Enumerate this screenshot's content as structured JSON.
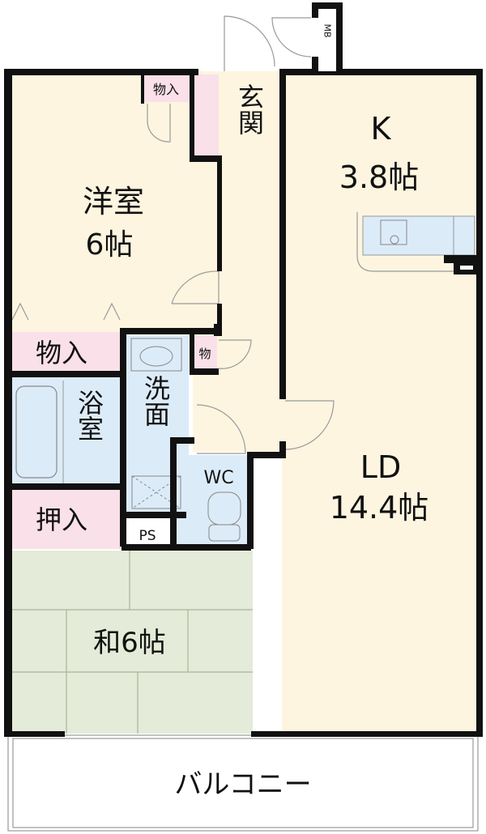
{
  "colors": {
    "living_floor": "#fdf5e0",
    "storage": "#fae0e8",
    "wet_area": "#dcebf8",
    "tatami": "#e4ebd8",
    "wall": "#111111"
  },
  "rooms": {
    "western": {
      "name": "洋室",
      "size": "6帖"
    },
    "closet_top": {
      "name": "物入"
    },
    "entrance": {
      "name": "玄関"
    },
    "kitchen": {
      "name": "K",
      "size": "3.8帖"
    },
    "closet_mid": {
      "name": "物入"
    },
    "closet_small": {
      "name": "物"
    },
    "bath": {
      "name": "浴室"
    },
    "washroom": {
      "name": "洗面"
    },
    "wc": {
      "name": "WC"
    },
    "oshiire": {
      "name": "押入"
    },
    "ps": {
      "name": "PS"
    },
    "japanese": {
      "name": "和6帖"
    },
    "ld": {
      "name": "LD",
      "size": "14.4帖"
    },
    "mb": {
      "name": "MB"
    },
    "balcony": {
      "name": "バルコニー"
    }
  }
}
